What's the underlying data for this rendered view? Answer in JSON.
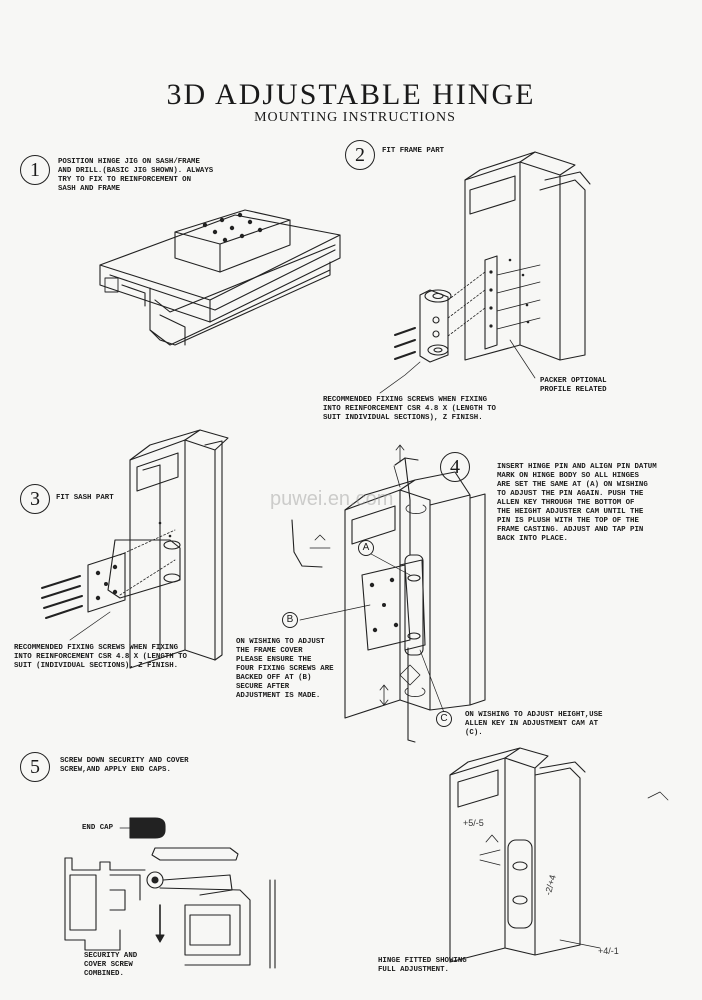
{
  "header": {
    "title": "3D ADJUSTABLE HINGE",
    "subtitle": "MOUNTING INSTRUCTIONS"
  },
  "steps": [
    {
      "num": "1",
      "text": "POSITION HINGE JIG ON SASH/FRAME\nAND DRILL.(BASIC JIG SHOWN). ALWAYS\nTRY TO FIX TO REINFORCEMENT ON\nSASH AND FRAME"
    },
    {
      "num": "2",
      "text": "FIT FRAME PART"
    },
    {
      "num": "3",
      "text": "FIT SASH PART"
    },
    {
      "num": "4",
      "text": "INSERT HINGE PIN AND ALIGN PIN DATUM\nMARK ON HINGE BODY SO ALL HINGES\nARE SET THE SAME AT (A) ON WISHING\nTO ADJUST THE PIN AGAIN. PUSH THE\nALLEN KEY THROUGH THE BOTTOM OF\nTHE HEIGHT ADJUSTER CAM UNTIL THE\nPIN IS PLUSH WITH THE TOP OF THE\nFRAME CASTING. ADJUST AND TAP PIN\nBACK INTO PLACE."
    },
    {
      "num": "5",
      "text": "SCREW DOWN SECURITY AND COVER\nSCREW,AND APPLY END CAPS."
    }
  ],
  "notes": {
    "packer": "PACKER OPTIONAL\nPROFILE RELATED",
    "frame_screws": "RECOMMENDED FIXING SCREWS WHEN FIXING\nINTO REINFORCEMENT CSR 4.8 x (LENGTH TO\nSUIT INDIVIDUAL SECTIONS), Z FINISH.",
    "sash_screws": "RECOMMENDED FIXING SCREWS WHEN FIXING\nINTO REINFORCEMENT CSR 4.8 x (LENGTH TO\nSUIT (INDIVIDUAL SECTIONS), Z FINISH.",
    "cover": "ON WISHING TO ADJUST\nTHE FRAME COVER\nPLEASE ENSURE THE\nFOUR FIXING SCREWS ARE\nBACKED OFF AT (B)\nSECURE AFTER\nADJUSTMENT IS MADE.",
    "height": "ON WISHING TO ADJUST HEIGHT,USE\nALLEN KEY IN ADJUSTMENT CAM AT\n(C).",
    "end_cap": "END CAP",
    "security": "SECURITY AND\nCOVER SCREW\nCOMBINED.",
    "fitted": "HINGE FITTED SHOWING\nFULL ADJUSTMENT."
  },
  "callouts": {
    "a": "A",
    "b": "B",
    "c": "C"
  },
  "hand_marks": {
    "plus_minus_5": "+5/-5",
    "plus_minus_4": "+4/-1",
    "plus_minus_2": "-2/+4"
  },
  "watermark": "puwei.en.com"
}
